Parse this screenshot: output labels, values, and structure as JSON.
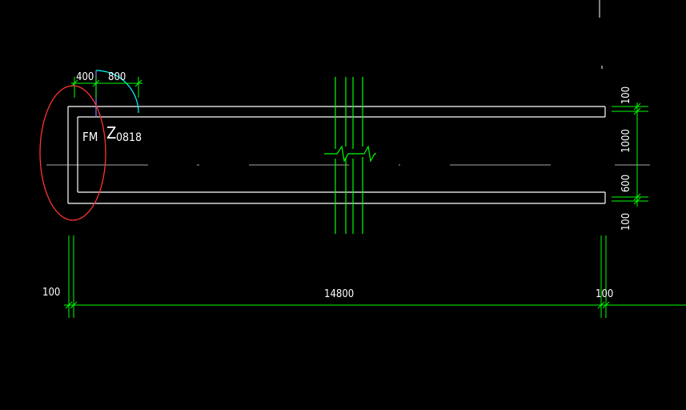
{
  "colors": {
    "background": "#000000",
    "wall": "#ffffff",
    "dimension": "#00ff00",
    "door_swing": "#00ffff",
    "door_leaf": "#8080ff",
    "highlight": "#ff3333",
    "text": "#ffffff"
  },
  "door_label": {
    "prefix": "FM",
    "grade": "Z",
    "code": "0818"
  },
  "dimensions": {
    "door_offset": "400",
    "door_width": "800",
    "left_wall": "100",
    "total_length": "14800",
    "right_wall": "100"
  },
  "vertical_dimensions": {
    "top_wall": "100",
    "upper_segment": "1000",
    "lower_segment": "600",
    "bottom_wall": "100"
  },
  "highlight_note": "door-highlight-ellipse"
}
